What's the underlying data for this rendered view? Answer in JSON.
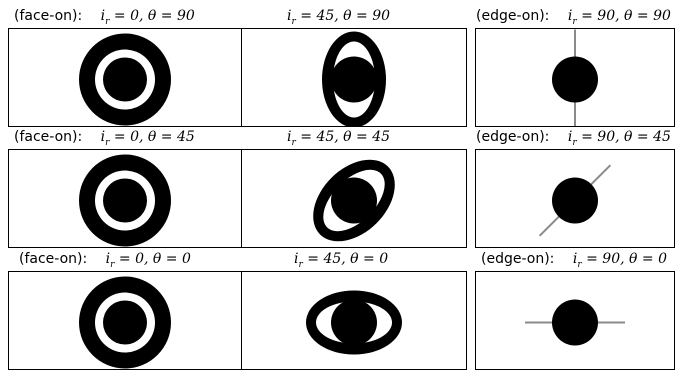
{
  "panels": [
    {
      "prefix": "(face-on):",
      "eq": "i_r = 0, θ = 90",
      "sub_i": "r",
      "i_val": "0",
      "theta_val": "90",
      "kind": "face"
    },
    {
      "prefix": "",
      "eq": "i_r = 45, θ = 90",
      "sub_i": "r",
      "i_val": "45",
      "theta_val": "90",
      "kind": "inclined",
      "angle": 90
    },
    {
      "prefix": "(edge-on):",
      "eq": "i_r = 90, θ = 90",
      "sub_i": "r",
      "i_val": "90",
      "theta_val": "90",
      "kind": "edge",
      "angle": 90
    },
    {
      "prefix": "(face-on):",
      "eq": "i_r = 0, θ = 45",
      "sub_i": "r",
      "i_val": "0",
      "theta_val": "45",
      "kind": "face"
    },
    {
      "prefix": "",
      "eq": "i_r = 45, θ = 45",
      "sub_i": "r",
      "i_val": "45",
      "theta_val": "45",
      "kind": "inclined",
      "angle": 45
    },
    {
      "prefix": "(edge-on):",
      "eq": "i_r = 90, θ = 45",
      "sub_i": "r",
      "i_val": "90",
      "theta_val": "45",
      "kind": "edge",
      "angle": 45
    },
    {
      "prefix": "(face-on):",
      "eq": "i_r = 0, θ = 0",
      "sub_i": "r",
      "i_val": "0",
      "theta_val": "0",
      "kind": "face"
    },
    {
      "prefix": "",
      "eq": "i_r = 45, θ = 0",
      "sub_i": "r",
      "i_val": "45",
      "theta_val": "0",
      "kind": "inclined",
      "angle": 0
    },
    {
      "prefix": "(edge-on):",
      "eq": "i_r = 90, θ = 0",
      "sub_i": "r",
      "i_val": "90",
      "theta_val": "0",
      "kind": "edge",
      "angle": 0
    }
  ],
  "colors": {
    "planet": "#000000",
    "ring_line": "#8a8a8a",
    "background": "#ffffff"
  }
}
